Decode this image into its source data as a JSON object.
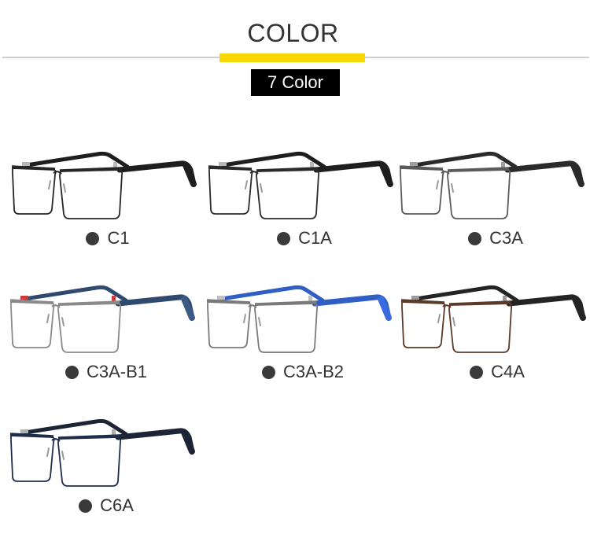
{
  "header": {
    "title": "COLOR",
    "count_label": "7 Color",
    "accent_color": "#f8d800"
  },
  "variants": [
    {
      "code": "C1",
      "frame_color": "#262626",
      "temple_color": "#1e1e1e",
      "hinge_color": "#b8b8b8",
      "tip_color": "#1e1e1e"
    },
    {
      "code": "C1A",
      "frame_color": "#2a2a2a",
      "temple_color": "#1e1e1e",
      "hinge_color": "#b8b8b8",
      "tip_color": "#1e1e1e"
    },
    {
      "code": "C3A",
      "frame_color": "#5a5a5a",
      "temple_color": "#2a2a2a",
      "hinge_color": "#a0a0a0",
      "tip_color": "#2a2a2a"
    },
    {
      "code": "C3A-B1",
      "frame_color": "#8a8a8a",
      "temple_color": "#2f4a6e",
      "hinge_color": "#c83c3c",
      "tip_color": "#3b5a86"
    },
    {
      "code": "C3A-B2",
      "frame_color": "#7a7a7a",
      "temple_color": "#2f5ec4",
      "hinge_color": "#c0c0c0",
      "tip_color": "#3a6be0"
    },
    {
      "code": "C4A",
      "frame_color": "#5b3a2a",
      "temple_color": "#242424",
      "hinge_color": "#9a9a9a",
      "tip_color": "#242424"
    },
    {
      "code": "C6A",
      "frame_color": "#1f2d4a",
      "temple_color": "#1c2436",
      "hinge_color": "#b0b0b0",
      "tip_color": "#1c2436"
    }
  ]
}
